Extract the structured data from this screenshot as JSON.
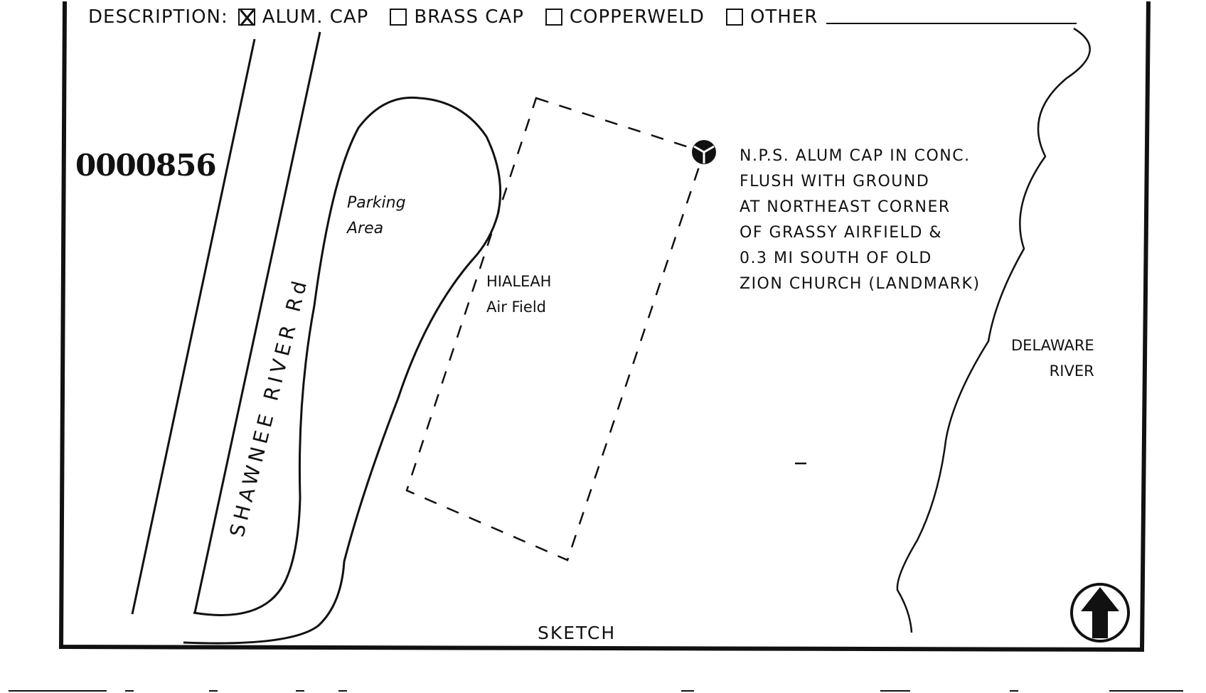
{
  "description": {
    "label": "DESCRIPTION:",
    "options": [
      {
        "label": "ALUM. CAP",
        "checked": true
      },
      {
        "label": "BRASS CAP",
        "checked": false
      },
      {
        "label": "COPPERWELD",
        "checked": false
      },
      {
        "label": "OTHER",
        "checked": false
      }
    ]
  },
  "serial_number": "0000856",
  "sketch": {
    "road_label": "SHAWNEE RIVER Rd",
    "parking_label_line1": "Parking",
    "parking_label_line2": "Area",
    "airfield_label_line1": "HIALEAH",
    "airfield_label_line2": "Air Field",
    "notes": [
      "N.P.S. ALUM CAP IN CONC.",
      "FLUSH WITH GROUND",
      "AT NORTHEAST CORNER",
      "OF GRASSY AIRFIELD &",
      "0.3 MI SOUTH OF OLD",
      "ZION CHURCH (LANDMARK)"
    ],
    "river_label_line1": "DELAWARE",
    "river_label_line2": "RIVER",
    "footer_label": "SKETCH",
    "north_arrow_icon": "north-arrow-icon",
    "marker_icon": "survey-marker-icon"
  }
}
